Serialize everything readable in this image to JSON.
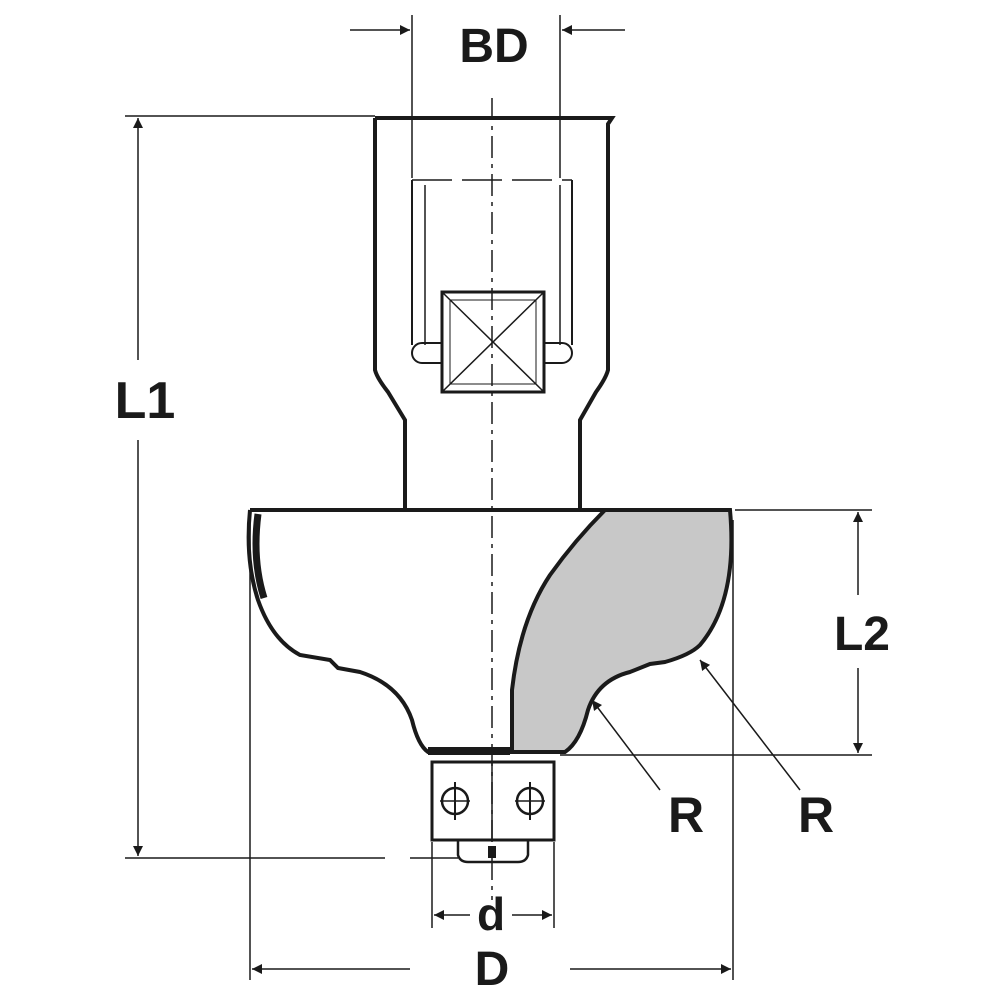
{
  "labels": {
    "bd": "BD",
    "l1": "L1",
    "l2": "L2",
    "r_inner": "R",
    "r_outer": "R",
    "d_small": "d",
    "d_large": "D"
  },
  "colors": {
    "line": "#1a1a1a",
    "cutter_fill": "#c8c8c8",
    "background": "#ffffff"
  }
}
